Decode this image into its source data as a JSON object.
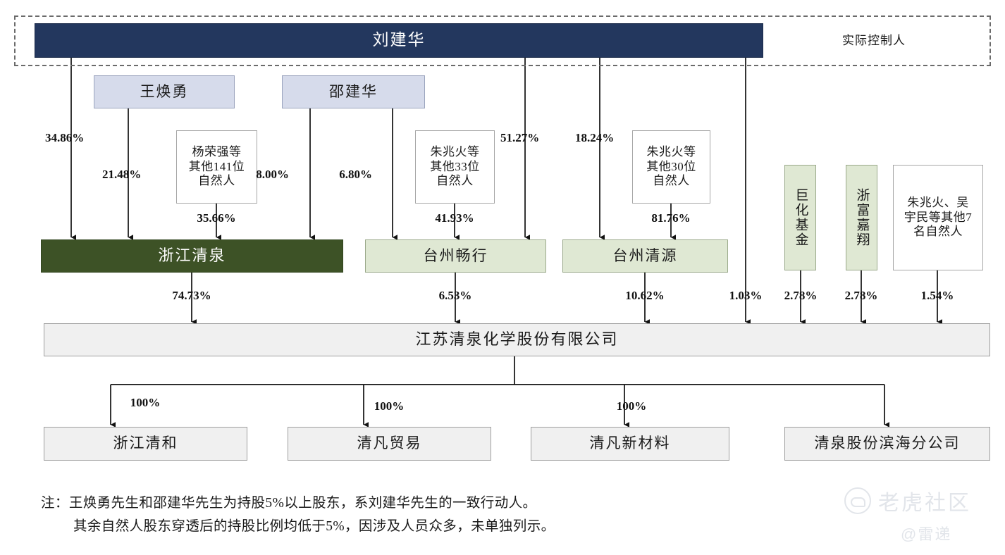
{
  "diagram": {
    "title": "江苏清泉化学股份有限公司股权结构图",
    "control_frame_label": "实际控制人",
    "colors": {
      "controller": "#23375e",
      "person": "#d6dbeb",
      "primary_holding": "#3d5226",
      "holding": "#dfe8d3",
      "entity": "#f0f0f0",
      "plain": "#ffffff"
    }
  },
  "nodes": {
    "controller": {
      "label": "刘建华"
    },
    "persons": [
      {
        "label": "王焕勇"
      },
      {
        "label": "邵建华"
      }
    ],
    "natural_person_groups": [
      {
        "label": "杨荣强等\n其他141位\n自然人",
        "line1": "杨荣强等",
        "line2": "其他141位",
        "line3": "自然人"
      },
      {
        "label": "朱兆火等\n其他33位\n自然人",
        "line1": "朱兆火等",
        "line2": "其他33位",
        "line3": "自然人"
      },
      {
        "label": "朱兆火等\n其他30位\n自然人",
        "line1": "朱兆火等",
        "line2": "其他30位",
        "line3": "自然人"
      },
      {
        "label": "朱兆火、吴\n宇民等其他7\n名自然人",
        "line1": "朱兆火、吴",
        "line2": "宇民等其他7",
        "line3": "名自然人"
      }
    ],
    "holdings": [
      {
        "label": "浙江清泉",
        "style": "primary"
      },
      {
        "label": "台州畅行",
        "style": "light"
      },
      {
        "label": "台州清源",
        "style": "light"
      }
    ],
    "funds": [
      {
        "label": "巨化基金"
      },
      {
        "label": "浙富嘉翔"
      }
    ],
    "main_company": {
      "label": "江苏清泉化学股份有限公司"
    },
    "subsidiaries": [
      {
        "label": "浙江清和"
      },
      {
        "label": "清凡贸易"
      },
      {
        "label": "清凡新材料"
      },
      {
        "label": "清泉股份滨海分公司"
      }
    ]
  },
  "percentages": {
    "liu_to_zhejiangqingquan": "34.86%",
    "wang_to_zhejiangqingquan": "21.48%",
    "yang_group_to_zhejiangqingquan": "35.66%",
    "shao_to_zhejiangqingquan": "8.00%",
    "shao_to_taizhouchangxing": "6.80%",
    "zhu33_to_taizhouchangxing": "41.93%",
    "liu_to_taizhouchangxing": "51.27%",
    "liu_to_taizhouqingyuan": "18.24%",
    "zhu30_to_taizhouqingyuan": "81.76%",
    "zhejiangqingquan_to_main": "74.73%",
    "taizhouchangxing_to_main": "6.53%",
    "taizhouqingyuan_to_main": "10.62%",
    "liu_to_main": "1.03%",
    "juhua_to_main": "2.78%",
    "zhefu_to_main": "2.78%",
    "zhu7_to_main": "1.54%",
    "main_to_sub1": "100%",
    "main_to_sub2": "100%",
    "main_to_sub3": "100%"
  },
  "note": {
    "prefix": "注：",
    "line1": "王焕勇先生和邵建华先生为持股5%以上股东，系刘建华先生的一致行动人。",
    "line2": "其余自然人股东穿透后的持股比例均低于5%，因涉及人员众多，未单独列示。"
  },
  "watermarks": {
    "brand": "老虎社区",
    "handle": "@雷递"
  }
}
